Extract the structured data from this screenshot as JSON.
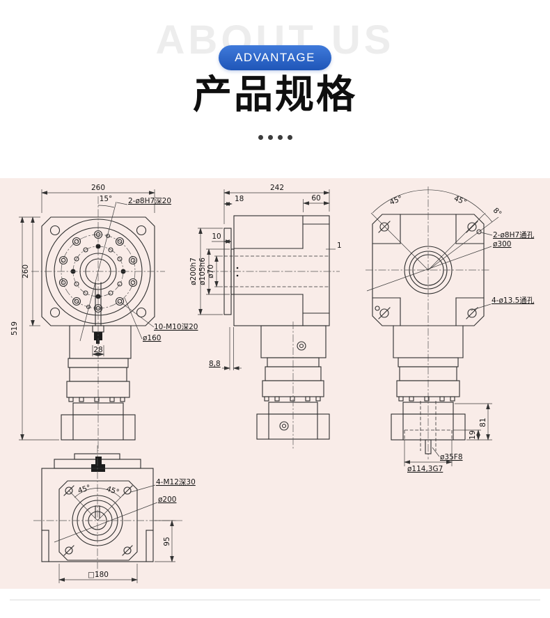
{
  "header": {
    "watermark": "ABOUT US",
    "badge": "ADVANTAGE",
    "title": "产品规格",
    "accent_color": "#2a62c6",
    "panel_color": "#f9ece8"
  },
  "drawing": {
    "line_color": "#2d2d2d",
    "front_view": {
      "dim_width": "260",
      "dim_height": "260",
      "dim_total_height": "519",
      "angle": "15°",
      "dowel_note": "2-ø8H7深20",
      "tap_note": "10-M10深20",
      "bolt_circle": "ø160",
      "key_width": "28"
    },
    "side_view": {
      "dim_depth": "242",
      "dim_18": "18",
      "dim_60": "60",
      "dim_10": "10",
      "dia_flange": "ø200h7",
      "dia_spigot": "ø105h6",
      "dia_bore": "ø70",
      "item_no": "1",
      "dim_offset": "8,8"
    },
    "rear_view": {
      "angle_left": "45°",
      "angle_right": "45°",
      "angle_offset": "8°",
      "dowel_note": "2-ø8H7通孔",
      "dia_bolt_circle": "ø300",
      "hole_note": "4-ø13.5通孔",
      "dim_19": "19",
      "dim_81": "81",
      "dia_shaft": "ø35F8",
      "dia_register": "ø114,3G7"
    },
    "bottom_view": {
      "tap_note": "4-M12深30",
      "dia_circle": "ø200",
      "angle_left": "45°",
      "angle_right": "45°",
      "dim_95": "95",
      "dim_square": "□180"
    }
  }
}
